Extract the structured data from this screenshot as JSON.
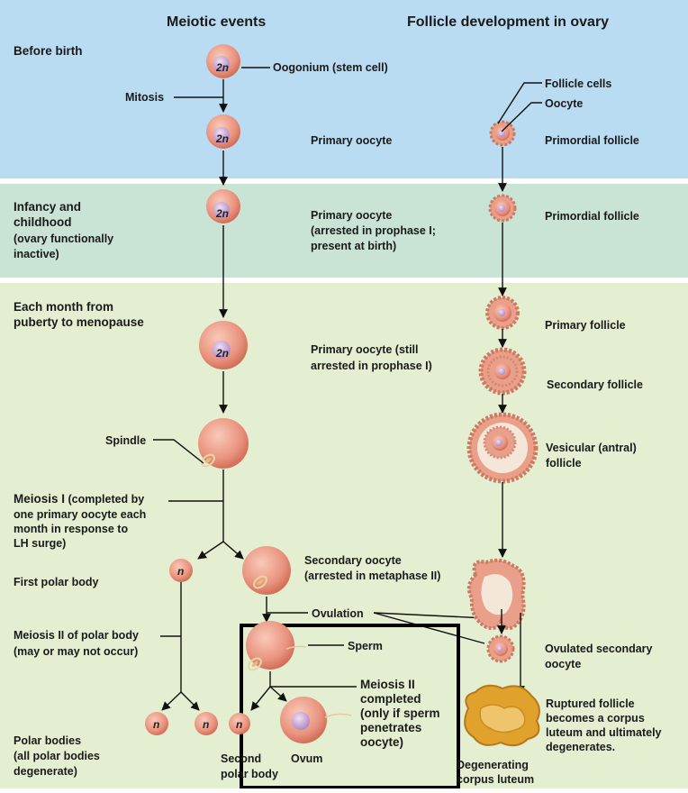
{
  "headers": {
    "meiotic": "Meiotic events",
    "follicle": "Follicle development in ovary"
  },
  "sections": {
    "before_birth": "Before birth",
    "infancy_line1": "Infancy and",
    "infancy_line2": "childhood",
    "infancy_line3": "(ovary functionally",
    "infancy_line4": "inactive)",
    "monthly_line1": "Each month from",
    "monthly_line2": "puberty to menopause"
  },
  "cell_labels": {
    "diploid": "2n",
    "haploid": "n"
  },
  "meiotic": {
    "oogonium": "Oogonium (stem cell)",
    "mitosis": "Mitosis",
    "primary_oocyte": "Primary oocyte",
    "arrested_line1": "Primary oocyte",
    "arrested_line2": "(arrested in prophase I;",
    "arrested_line3": "present at birth)",
    "still_line1": "Primary oocyte (still",
    "still_line2": "arrested in prophase I)",
    "spindle": "Spindle",
    "meiosis1_bold": "Meiosis I",
    "meiosis1_line1": "(completed by",
    "meiosis1_line2": "one primary oocyte each",
    "meiosis1_line3": "month in response to",
    "meiosis1_line4": "LH surge)",
    "first_polar": "First polar body",
    "secondary_line1": "Secondary oocyte",
    "secondary_line2": "(arrested in metaphase II)",
    "ovulation": "Ovulation",
    "meiosis2_polar_line1": "Meiosis II of polar body",
    "meiosis2_polar_line2": "(may or may not occur)",
    "sperm": "Sperm",
    "meiosis2_line1": "Meiosis II",
    "meiosis2_line2": "completed",
    "meiosis2_line3": "(only if sperm",
    "meiosis2_line4": "penetrates",
    "meiosis2_line5": "oocyte)",
    "polar_bodies_line1": "Polar bodies",
    "polar_bodies_line2": "(all polar bodies",
    "polar_bodies_line3": "degenerate)",
    "second_polar_line1": "Second",
    "second_polar_line2": "polar body",
    "ovum": "Ovum"
  },
  "follicle": {
    "follicle_cells": "Follicle cells",
    "oocyte": "Oocyte",
    "primordial": "Primordial follicle",
    "primordial2": "Primordial follicle",
    "primary": "Primary follicle",
    "secondary": "Secondary follicle",
    "vesicular_line1": "Vesicular (antral)",
    "vesicular_line2": "follicle",
    "ovulated_line1": "Ovulated secondary",
    "ovulated_line2": "oocyte",
    "ruptured_line1": "Ruptured follicle",
    "ruptured_line2": "becomes a corpus",
    "ruptured_line3": "luteum and ultimately",
    "ruptured_line4": "degenerates.",
    "degenerating_line1": "Degenerating",
    "degenerating_line2": "corpus luteum"
  },
  "colors": {
    "band_blue": "#b9dcf2",
    "band_green": "#c9e3d4",
    "band_lightgreen": "#e4efd2",
    "cell": "#e9937e",
    "nucleus": "#c9a7d6",
    "corpus_luteum": "#e0a22c"
  }
}
